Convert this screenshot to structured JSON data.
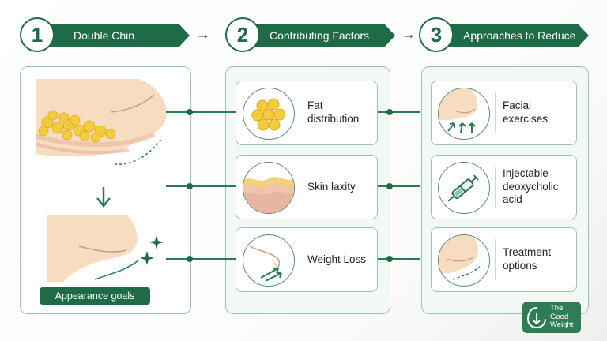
{
  "steps": [
    {
      "number": "1",
      "title": "Double Chin"
    },
    {
      "number": "2",
      "title": "Contributing Factors"
    },
    {
      "number": "3",
      "title": "Approaches to Reduce"
    }
  ],
  "flow_arrow": "→",
  "panel1": {
    "goal_label": "Appearance goals"
  },
  "factors": [
    {
      "label": "Fat distribution",
      "icon": "fat-cells-icon"
    },
    {
      "label": "Skin laxity",
      "icon": "skin-layers-icon"
    },
    {
      "label": "Weight Loss",
      "icon": "weight-loss-icon"
    }
  ],
  "approaches": [
    {
      "label": "Facial exercises",
      "icon": "facial-exercise-icon"
    },
    {
      "label": "Injectable deoxycholic acid",
      "icon": "syringe-icon"
    },
    {
      "label": "Treatment options",
      "icon": "treatment-icon"
    }
  ],
  "logo": {
    "line1": "The",
    "line2": "Good",
    "line3": "Weight"
  },
  "colors": {
    "primary": "#1f6b47",
    "border": "#9cc3ae",
    "fat": "#f3cc3c",
    "skin": "#f7dcbf"
  }
}
